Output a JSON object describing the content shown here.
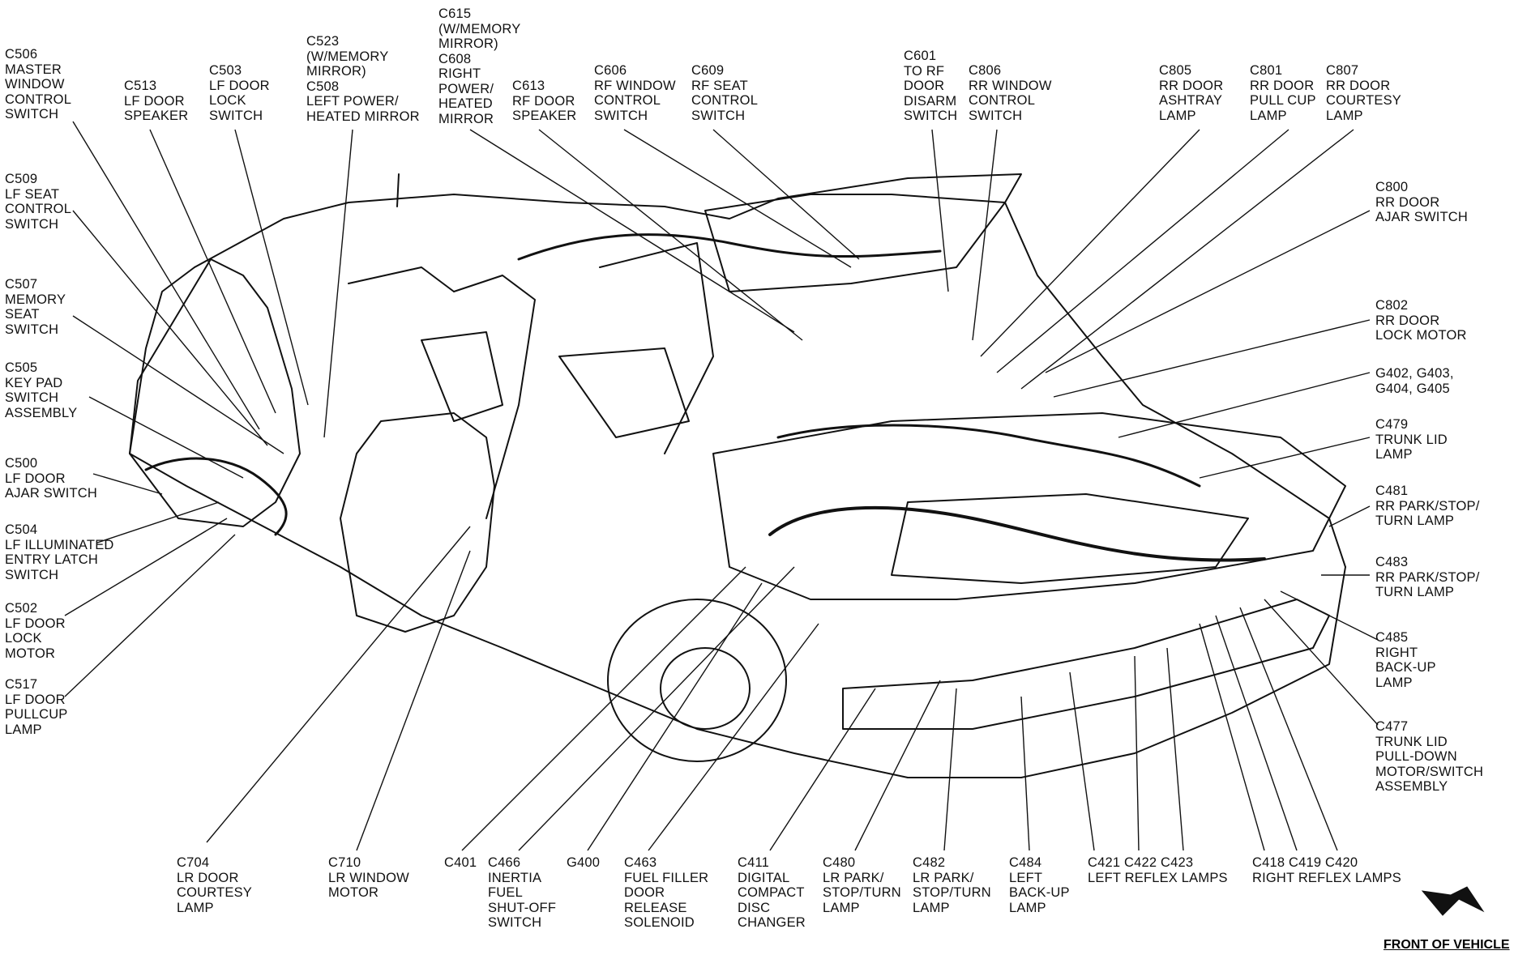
{
  "labels": [
    {
      "id": "c506",
      "text": "C506\nMASTER\nWINDOW\nCONTROL\nSWITCH"
    },
    {
      "id": "c513",
      "text": "C513\nLF DOOR\nSPEAKER"
    },
    {
      "id": "c503",
      "text": "C503\nLF DOOR\nLOCK\nSWITCH"
    },
    {
      "id": "c523",
      "text": "C523\n(W/MEMORY\nMIRROR)\nC508\nLEFT POWER/\nHEATED MIRROR"
    },
    {
      "id": "c615",
      "text": "C615\n(W/MEMORY\nMIRROR)\nC608\nRIGHT\nPOWER/\nHEATED\nMIRROR"
    },
    {
      "id": "c613",
      "text": "C613\nRF DOOR\nSPEAKER"
    },
    {
      "id": "c606",
      "text": "C606\nRF WINDOW\nCONTROL\nSWITCH"
    },
    {
      "id": "c609",
      "text": "C609\nRF SEAT\nCONTROL\nSWITCH"
    },
    {
      "id": "c601",
      "text": "C601\nTO RF\nDOOR\nDISARM\nSWITCH"
    },
    {
      "id": "c806",
      "text": "C806\nRR WINDOW\nCONTROL\nSWITCH"
    },
    {
      "id": "c805",
      "text": "C805\nRR DOOR\nASHTRAY\nLAMP"
    },
    {
      "id": "c801",
      "text": "C801\nRR DOOR\nPULL CUP\nLAMP"
    },
    {
      "id": "c807",
      "text": "C807\nRR DOOR\nCOURTESY\nLAMP"
    },
    {
      "id": "c509",
      "text": "C509\nLF SEAT\nCONTROL\nSWITCH"
    },
    {
      "id": "c507",
      "text": "C507\nMEMORY\nSEAT\nSWITCH"
    },
    {
      "id": "c505",
      "text": "C505\nKEY PAD\nSWITCH\nASSEMBLY"
    },
    {
      "id": "c500",
      "text": "C500\nLF DOOR\nAJAR SWITCH"
    },
    {
      "id": "c504",
      "text": "C504\nLF ILLUMINATED\nENTRY LATCH\nSWITCH"
    },
    {
      "id": "c502",
      "text": "C502\nLF DOOR\nLOCK\nMOTOR"
    },
    {
      "id": "c517",
      "text": "C517\nLF DOOR\nPULLCUP\nLAMP"
    },
    {
      "id": "c800",
      "text": "C800\nRR DOOR\nAJAR SWITCH"
    },
    {
      "id": "c802",
      "text": "C802\nRR DOOR\nLOCK MOTOR"
    },
    {
      "id": "g402",
      "text": "G402, G403,\nG404, G405"
    },
    {
      "id": "c479",
      "text": "C479\nTRUNK LID\nLAMP"
    },
    {
      "id": "c481",
      "text": "C481\nRR PARK/STOP/\nTURN LAMP"
    },
    {
      "id": "c483",
      "text": "C483\nRR PARK/STOP/\nTURN LAMP"
    },
    {
      "id": "c485",
      "text": "C485\nRIGHT\nBACK-UP\nLAMP"
    },
    {
      "id": "c477",
      "text": "C477\nTRUNK LID\nPULL-DOWN\nMOTOR/SWITCH\nASSEMBLY"
    },
    {
      "id": "c704",
      "text": "C704\nLR DOOR\nCOURTESY\nLAMP"
    },
    {
      "id": "c710",
      "text": "C710\nLR WINDOW\nMOTOR"
    },
    {
      "id": "c401",
      "text": "C401"
    },
    {
      "id": "c466",
      "text": "C466\nINERTIA\nFUEL\nSHUT-OFF\nSWITCH"
    },
    {
      "id": "g400",
      "text": "G400"
    },
    {
      "id": "c463",
      "text": "C463\nFUEL FILLER\nDOOR\nRELEASE\nSOLENOID"
    },
    {
      "id": "c411",
      "text": "C411\nDIGITAL\nCOMPACT\nDISC\nCHANGER"
    },
    {
      "id": "c480",
      "text": "C480\nLR PARK/\nSTOP/TURN\nLAMP"
    },
    {
      "id": "c482",
      "text": "C482\nLR PARK/\nSTOP/TURN\nLAMP"
    },
    {
      "id": "c484",
      "text": "C484\nLEFT\nBACK-UP\nLAMP"
    },
    {
      "id": "c421",
      "text": "C421 C422 C423\nLEFT REFLEX LAMPS"
    },
    {
      "id": "c418",
      "text": "C418 C419 C420\nRIGHT REFLEX LAMPS"
    }
  ],
  "footer": {
    "front_of_vehicle": "FRONT OF VEHICLE"
  },
  "colors": {
    "ink": "#111111",
    "background": "#ffffff"
  }
}
